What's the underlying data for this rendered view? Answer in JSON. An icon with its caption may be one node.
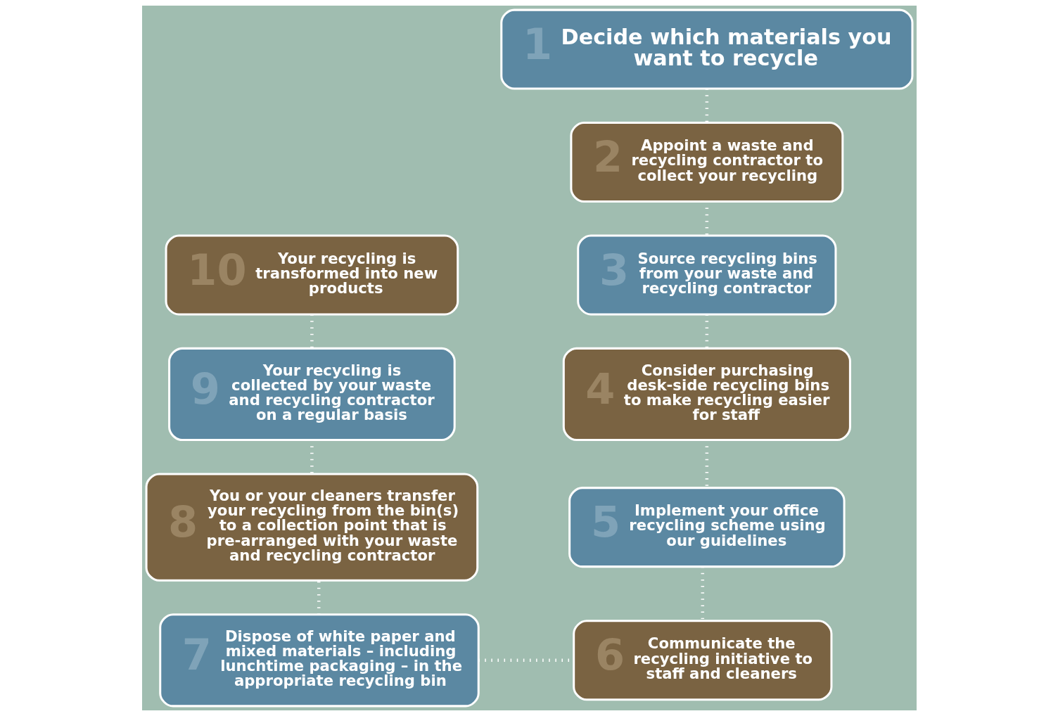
{
  "diagram": {
    "nodes": [
      {
        "text": [
          "1",
          "Decide which materials you want to recycle"
        ]
      },
      {
        "text": [
          "2",
          "Appoint a waste and recycling contractor to collect your recycling"
        ]
      },
      {
        "text": [
          "3",
          "Source recycling bins from your waste and recycling contractor"
        ]
      },
      {
        "text": [
          "4",
          "Consider purchasing desk-side recycling bins to make recycling easier for staff"
        ]
      },
      {
        "text": [
          "5",
          "Implement your office recycling scheme using our guidelines"
        ]
      },
      {
        "text": [
          "6",
          "Communicate the recycling initiative to staff and cleaners"
        ]
      },
      {
        "text": [
          "7",
          "Dispose of white paper and mixed materials – including lunchtime packaging – in the appropriate recycling bin"
        ]
      },
      {
        "text": [
          "8",
          "You or your cleaners transfer your recycling from the bin(s) to a collection point that is pre-arranged with your waste and recycling contractor"
        ]
      },
      {
        "text": [
          "9",
          "Your recycling is collected by your waste and recycling contractor on a regular basis"
        ]
      },
      {
        "text": [
          "10",
          "Your recycling is transformed into new products"
        ]
      }
    ],
    "edges": [
      {
        "from": 0,
        "to": 1,
        "arrow": "none"
      },
      {
        "from": 1,
        "to": 2,
        "arrow": "none"
      },
      {
        "from": 2,
        "to": 3,
        "arrow": "none"
      },
      {
        "from": 3,
        "to": 4,
        "arrow": "none"
      },
      {
        "from": 4,
        "to": 5,
        "arrow": "none"
      },
      {
        "from": 5,
        "to": 6,
        "arrow": "none"
      },
      {
        "from": 6,
        "to": 7,
        "arrow": "none"
      },
      {
        "from": 7,
        "to": 8,
        "arrow": "none"
      },
      {
        "from": 8,
        "to": 9,
        "arrow": "none"
      }
    ]
  }
}
